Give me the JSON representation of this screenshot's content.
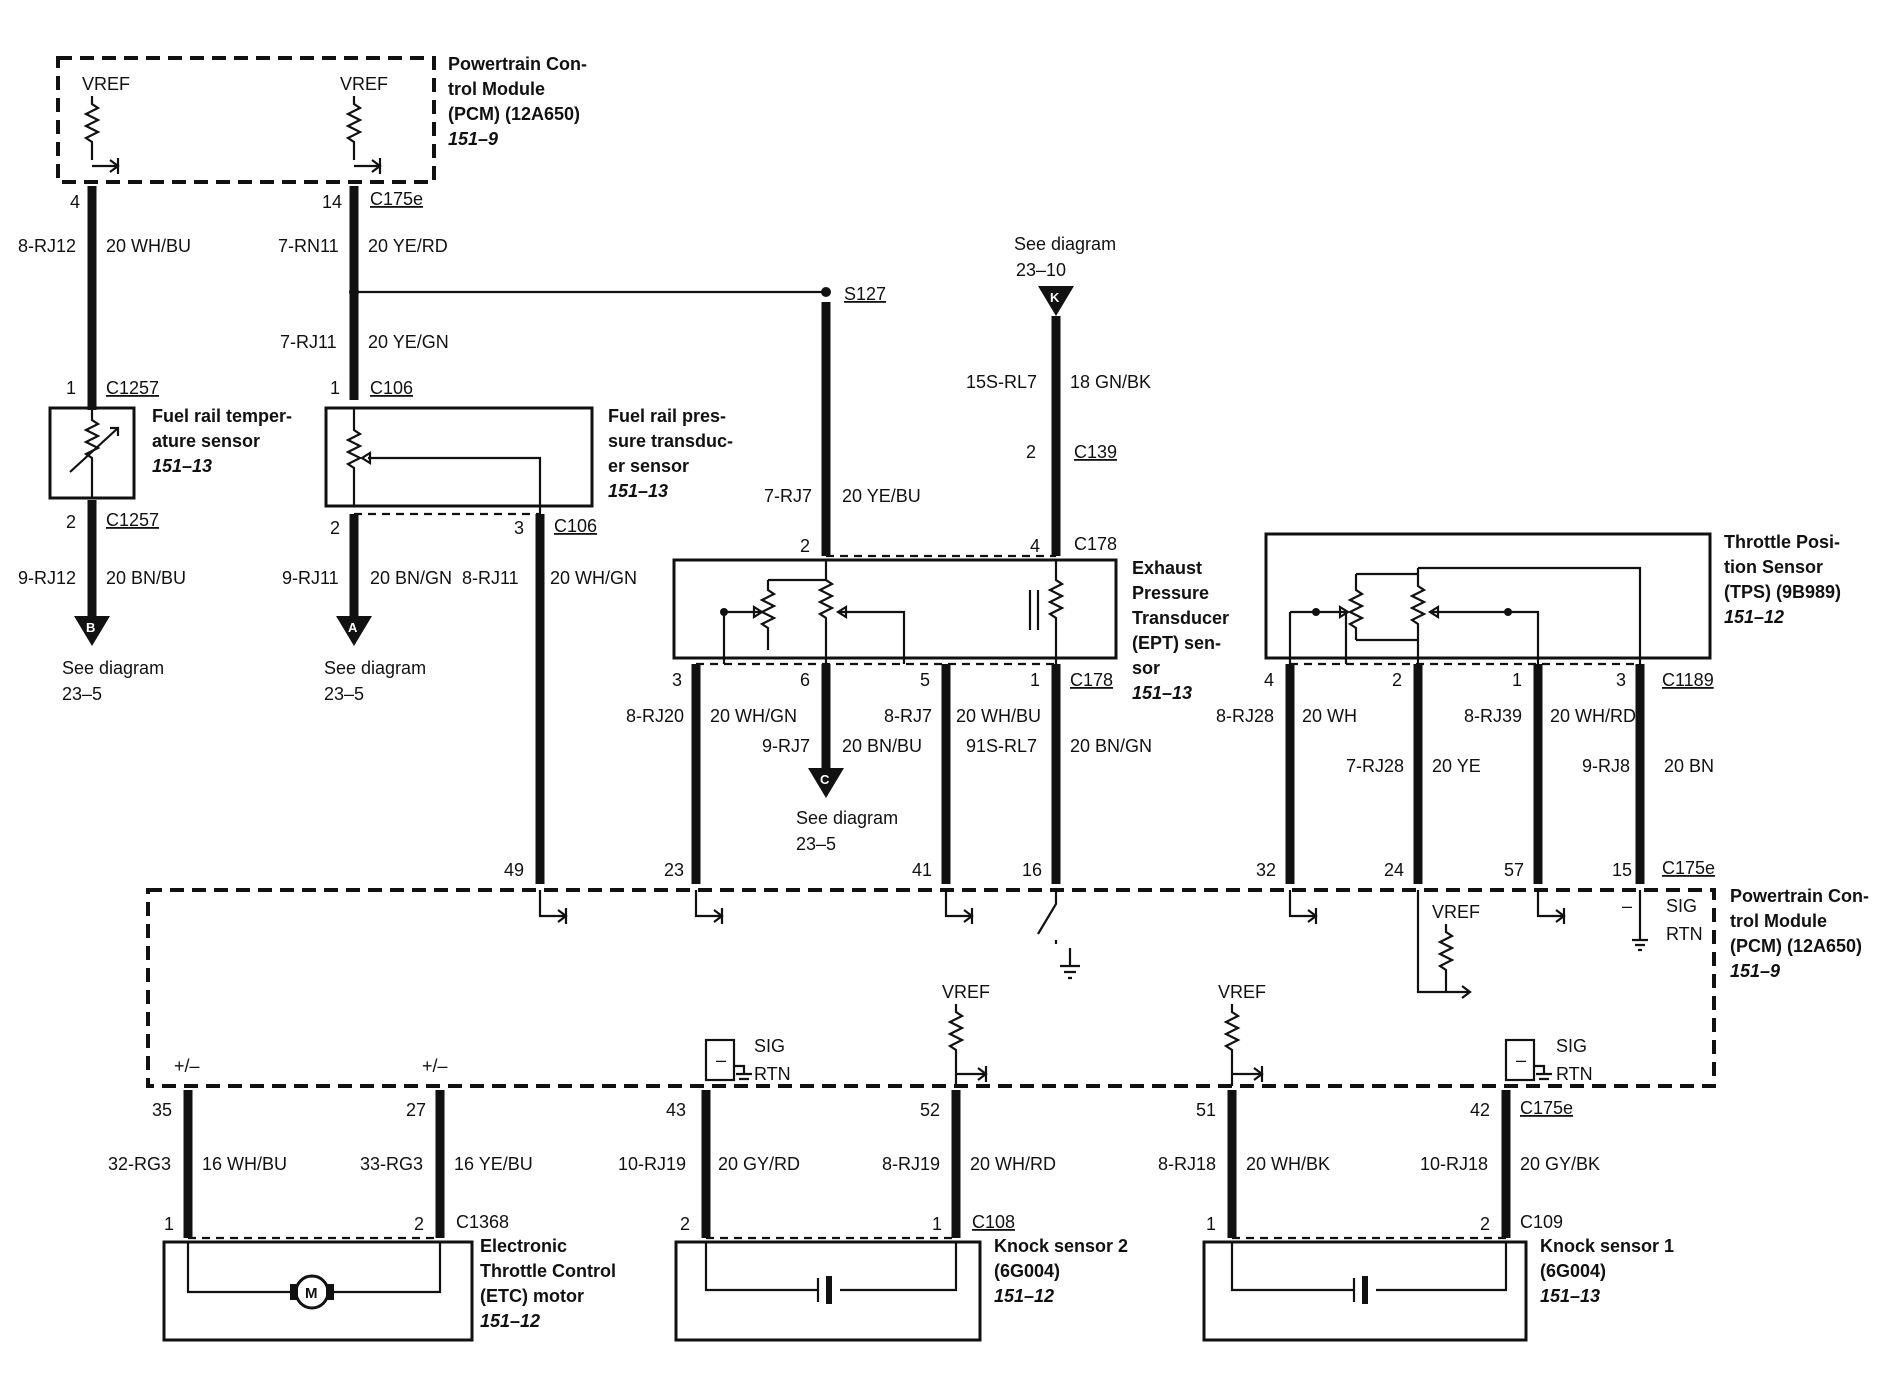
{
  "modules": {
    "pcm_top": {
      "title": [
        "Powertrain Con-",
        "trol Module",
        "(PCM) (12A650)"
      ],
      "ref": "151–9",
      "vref": "VREF"
    },
    "pcm_bottom": {
      "title": [
        "Powertrain Con-",
        "trol Module",
        "(PCM) (12A650)"
      ],
      "ref": "151–9"
    }
  },
  "components": {
    "fuel_rail_temp": {
      "title": [
        "Fuel rail temper-",
        "ature sensor"
      ],
      "ref": "151–13"
    },
    "fuel_rail_pres": {
      "title": [
        "Fuel rail pres-",
        "sure transduc-",
        "er sensor"
      ],
      "ref": "151–13"
    },
    "ept": {
      "title": [
        "Exhaust",
        "Pressure",
        "Transducer",
        "(EPT) sen-",
        "sor"
      ],
      "ref": "151–13"
    },
    "tps": {
      "title": [
        "Throttle Posi-",
        "tion Sensor",
        "(TPS) (9B989)"
      ],
      "ref": "151–12"
    },
    "etc": {
      "title": [
        "Electronic",
        "Throttle Control",
        "(ETC) motor"
      ],
      "ref": "151–12",
      "motor": "M"
    },
    "knock2": {
      "title": [
        "Knock sensor 2",
        "(6G004)"
      ],
      "ref": "151–12"
    },
    "knock1": {
      "title": [
        "Knock sensor 1",
        "(6G004)"
      ],
      "ref": "151–13"
    }
  },
  "connectors": {
    "c175e": "C175e",
    "c1257": "C1257",
    "c106": "C106",
    "s127": "S127",
    "c139": "C139",
    "c178": "C178",
    "c1189": "C1189",
    "c1368": "C1368",
    "c108": "C108",
    "c109": "C109"
  },
  "pins": {
    "p4": "4",
    "p14": "14",
    "p1a": "1",
    "p1b": "1",
    "p2a": "2",
    "p2b": "2",
    "p3a": "3",
    "p2c": "2",
    "p4b": "4",
    "p2d": "2",
    "p3b": "3",
    "p6": "6",
    "p5": "5",
    "p1c": "1",
    "p4c": "4",
    "p2e": "2",
    "p1d": "1",
    "p3c": "3",
    "p49": "49",
    "p23": "23",
    "p41": "41",
    "p16": "16",
    "p32": "32",
    "p24": "24",
    "p57": "57",
    "p15": "15",
    "p35": "35",
    "p27": "27",
    "p43": "43",
    "p52": "52",
    "p51": "51",
    "p42": "42",
    "e1": "1",
    "e2": "2",
    "k2a": "2",
    "k2b": "1",
    "k1a": "1",
    "k1b": "2"
  },
  "wires": {
    "w1": {
      "circuit": "8-RJ12",
      "gauge": "20 WH/BU"
    },
    "w2": {
      "circuit": "7-RN11",
      "gauge": "20 YE/RD"
    },
    "w3": {
      "circuit": "7-RJ11",
      "gauge": "20 YE/GN"
    },
    "w4": {
      "circuit": "9-RJ12",
      "gauge": "20 BN/BU"
    },
    "w5": {
      "circuit": "9-RJ11",
      "gauge": "20 BN/GN"
    },
    "w6": {
      "circuit": "8-RJ11",
      "gauge": "20 WH/GN"
    },
    "w7": {
      "circuit": "7-RJ7",
      "gauge": "20 YE/BU"
    },
    "w8": {
      "circuit": "15S-RL7",
      "gauge": "18 GN/BK"
    },
    "w9": {
      "circuit": "8-RJ20",
      "gauge": "20 WH/GN"
    },
    "w10": {
      "circuit": "9-RJ7",
      "gauge": "20 BN/BU"
    },
    "w11": {
      "circuit": "8-RJ7",
      "gauge": "20 WH/BU"
    },
    "w12": {
      "circuit": "91S-RL7",
      "gauge": "20 BN/GN"
    },
    "w13": {
      "circuit": "8-RJ28",
      "gauge": "20 WH"
    },
    "w14": {
      "circuit": "7-RJ28",
      "gauge": "20 YE"
    },
    "w15": {
      "circuit": "8-RJ39",
      "gauge": "20 WH/RD"
    },
    "w16": {
      "circuit": "9-RJ8",
      "gauge": "20 BN"
    },
    "w17": {
      "circuit": "32-RG3",
      "gauge": "16 WH/BU"
    },
    "w18": {
      "circuit": "33-RG3",
      "gauge": "16 YE/BU"
    },
    "w19": {
      "circuit": "10-RJ19",
      "gauge": "20 GY/RD"
    },
    "w20": {
      "circuit": "8-RJ19",
      "gauge": "20 WH/RD"
    },
    "w21": {
      "circuit": "8-RJ18",
      "gauge": "20 WH/BK"
    },
    "w22": {
      "circuit": "10-RJ18",
      "gauge": "20 GY/BK"
    }
  },
  "refs": {
    "b": {
      "letter": "B",
      "text": [
        "See diagram",
        "23–5"
      ]
    },
    "a": {
      "letter": "A",
      "text": [
        "See diagram",
        "23–5"
      ]
    },
    "c": {
      "letter": "C",
      "text": [
        "See diagram",
        "23–5"
      ]
    },
    "k": {
      "letter": "K",
      "text": [
        "See diagram",
        "23–10"
      ]
    }
  },
  "labels": {
    "vref": "VREF",
    "sig": "SIG",
    "rtn": "RTN",
    "pm": "+/–",
    "minus": "–"
  }
}
